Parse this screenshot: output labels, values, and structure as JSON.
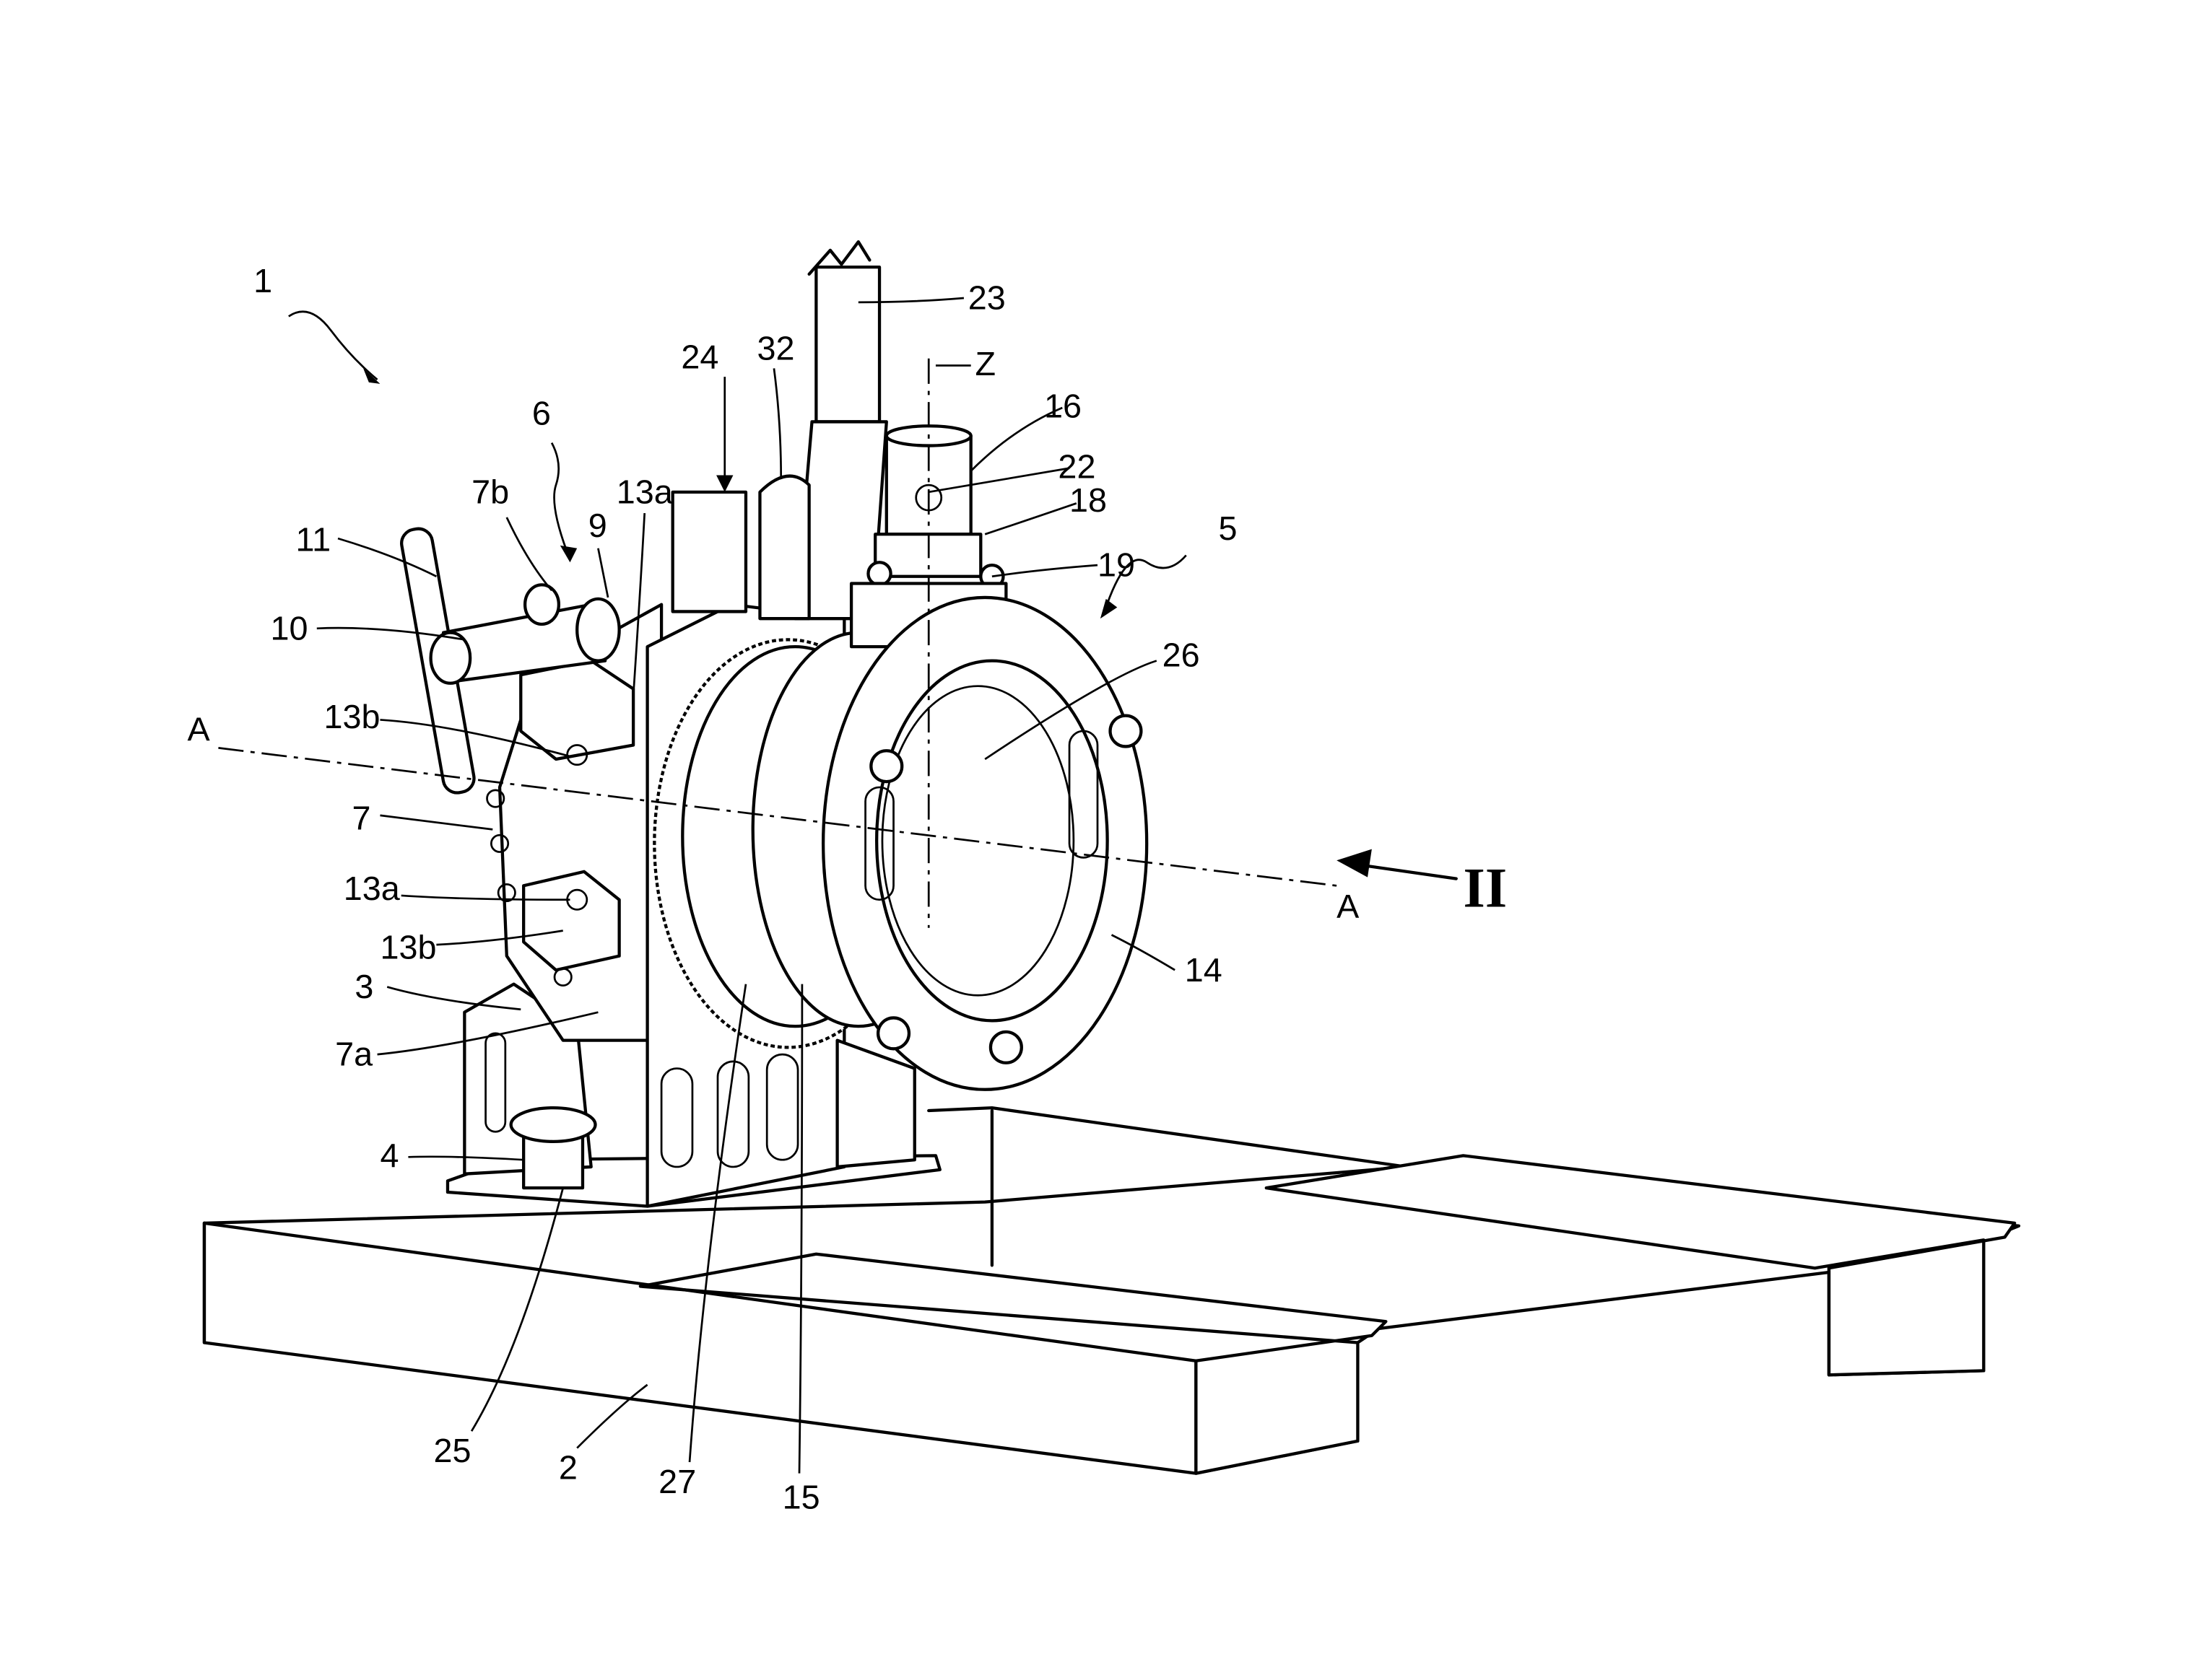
{
  "figure": {
    "labels": {
      "l1": "1",
      "l2": "2",
      "l3": "3",
      "l4": "4",
      "l5": "5",
      "l6": "6",
      "l7": "7",
      "l7a": "7a",
      "l7b": "7b",
      "l9": "9",
      "l10": "10",
      "l11": "11",
      "l13a_top": "13a",
      "l13a_low": "13a",
      "l13b_top": "13b",
      "l13b_low": "13b",
      "l14": "14",
      "l15": "15",
      "l16": "16",
      "l18": "18",
      "l19": "19",
      "l22": "22",
      "l23": "23",
      "l24": "24",
      "l25": "25",
      "l26": "26",
      "l27": "27",
      "l32": "32",
      "axisA_left": "A",
      "axisA_right": "A",
      "axisZ": "Z",
      "view": "II"
    }
  }
}
